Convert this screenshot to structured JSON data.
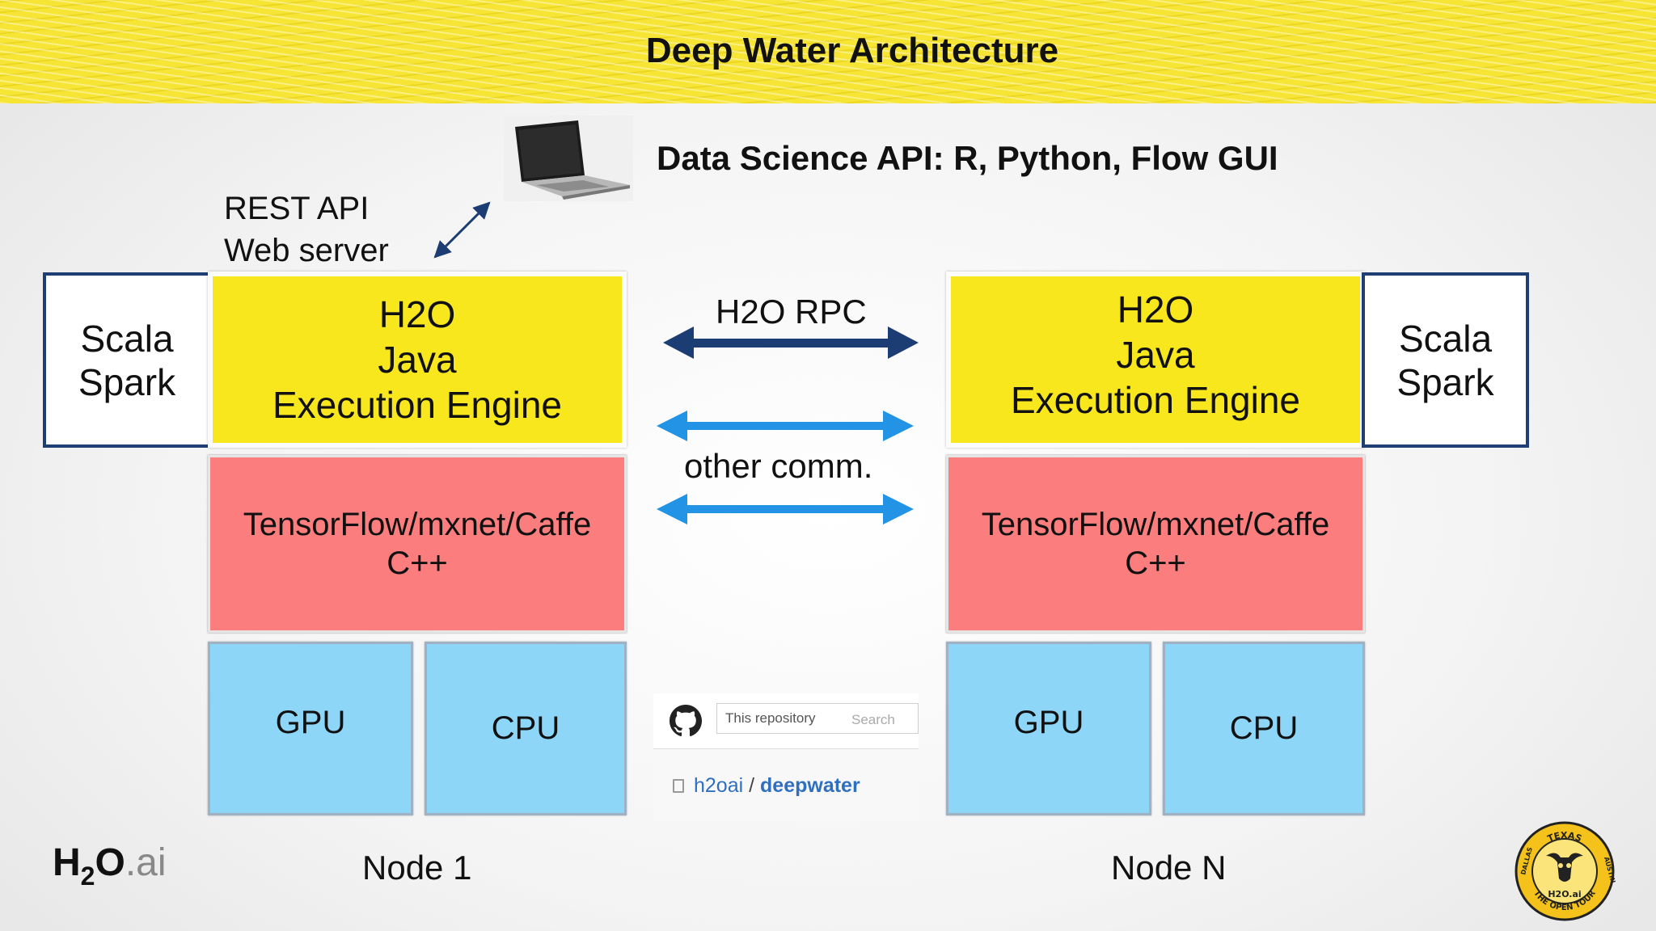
{
  "slide": {
    "title": "Deep Water Architecture",
    "api_heading": "Data Science API: R, Python, Flow GUI",
    "rest_api_line1": "REST API",
    "rest_api_line2": "Web server",
    "rpc_label": "H2O RPC",
    "other_comm_label": "other comm."
  },
  "nodes": [
    {
      "label": "Node 1",
      "scala_line1": "Scala",
      "scala_line2": "Spark",
      "h2o_line1": "H2O",
      "h2o_line2": "Java",
      "h2o_line3": "Execution Engine",
      "tf_line1": "TensorFlow/mxnet/Caffe",
      "tf_line2": "C++",
      "gpu": "GPU",
      "cpu": "CPU"
    },
    {
      "label": "Node N",
      "scala_line1": "Scala",
      "scala_line2": "Spark",
      "h2o_line1": "H2O",
      "h2o_line2": "Java",
      "h2o_line3": "Execution Engine",
      "tf_line1": "TensorFlow/mxnet/Caffe",
      "tf_line2": "C++",
      "gpu": "GPU",
      "cpu": "CPU"
    }
  ],
  "github": {
    "repo_label": "This repository",
    "search_label": "Search",
    "owner": "h2oai",
    "separator": "/",
    "repo": "deepwater",
    "icon": "github-octocat-icon"
  },
  "logo": {
    "h": "H",
    "sub": "2",
    "o": "O",
    "ai": ".ai"
  },
  "badge": {
    "top_text": "TEXAS",
    "left_text": "DALLAS",
    "right_text": "AUSTIN",
    "bottom_text": "THE OPEN TOUR",
    "center_text": "H2O.ai"
  },
  "colors": {
    "header_yellow": "#f7e536",
    "engine_yellow": "#f8e71c",
    "framework_red": "#fb7d7d",
    "hardware_blue": "#8dd6f8",
    "rpc_arrow": "#1c3d73",
    "comm_arrow": "#2393e6",
    "border_navy": "#1f3f74"
  }
}
